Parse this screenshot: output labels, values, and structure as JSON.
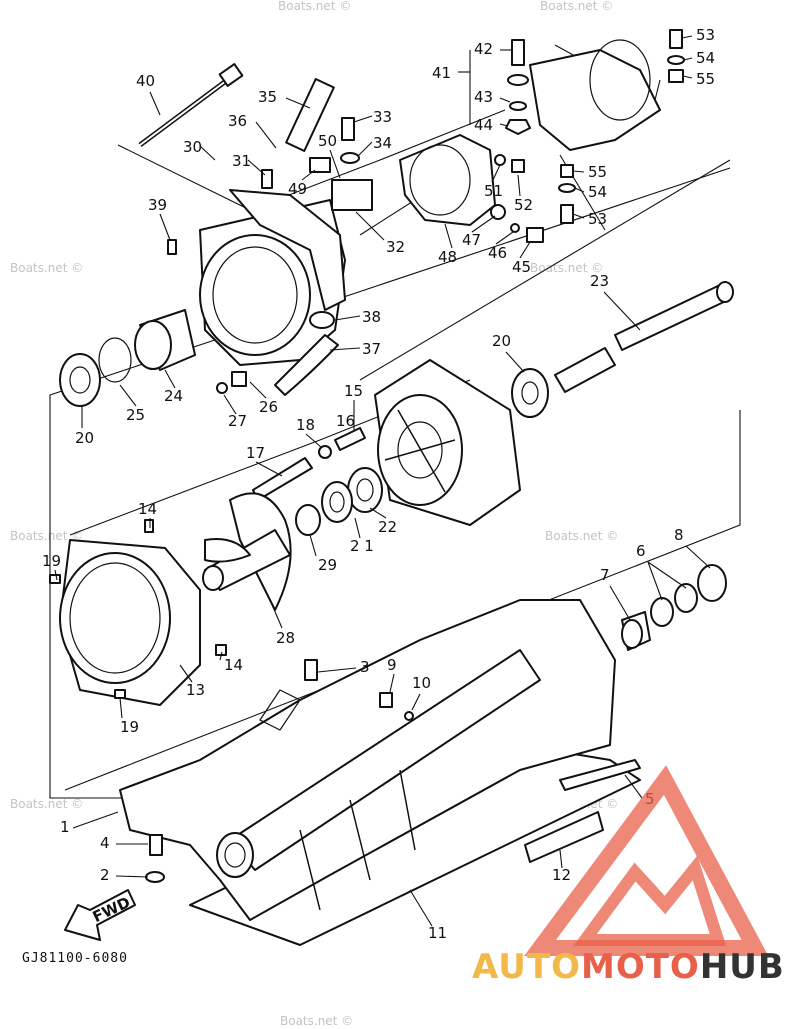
{
  "diagram": {
    "drawing_code": "GJ81100-6080",
    "direction_tag": "FWD",
    "watermarks": [
      "Boats.net ©",
      "Boats.net ©",
      "Boats.net ©",
      "Boats.net ©",
      "Boats.net ©",
      "Boats.net ©",
      "Boats.net ©",
      "Boats.net ©",
      "Boats.net ©"
    ],
    "callouts": [
      "1",
      "2",
      "3",
      "4",
      "5",
      "6",
      "7",
      "8",
      "9",
      "10",
      "11",
      "12",
      "13",
      "14",
      "14",
      "15",
      "16",
      "17",
      "18",
      "19",
      "19",
      "20",
      "20",
      "2 1",
      "22",
      "23",
      "24",
      "25",
      "26",
      "27",
      "28",
      "29",
      "30",
      "31",
      "32",
      "33",
      "34",
      "35",
      "36",
      "37",
      "38",
      "39",
      "40",
      "41",
      "42",
      "43",
      "44",
      "45",
      "46",
      "47",
      "48",
      "49",
      "50",
      "51",
      "52",
      "53",
      "53",
      "54",
      "54",
      "55",
      "55"
    ]
  },
  "brand": {
    "word_auto": "AUTO",
    "word_moto": "MOTO",
    "word_hub": "HUB",
    "color_auto": "#f2b94a",
    "color_moto": "#e8604a",
    "color_hub": "#333333"
  }
}
